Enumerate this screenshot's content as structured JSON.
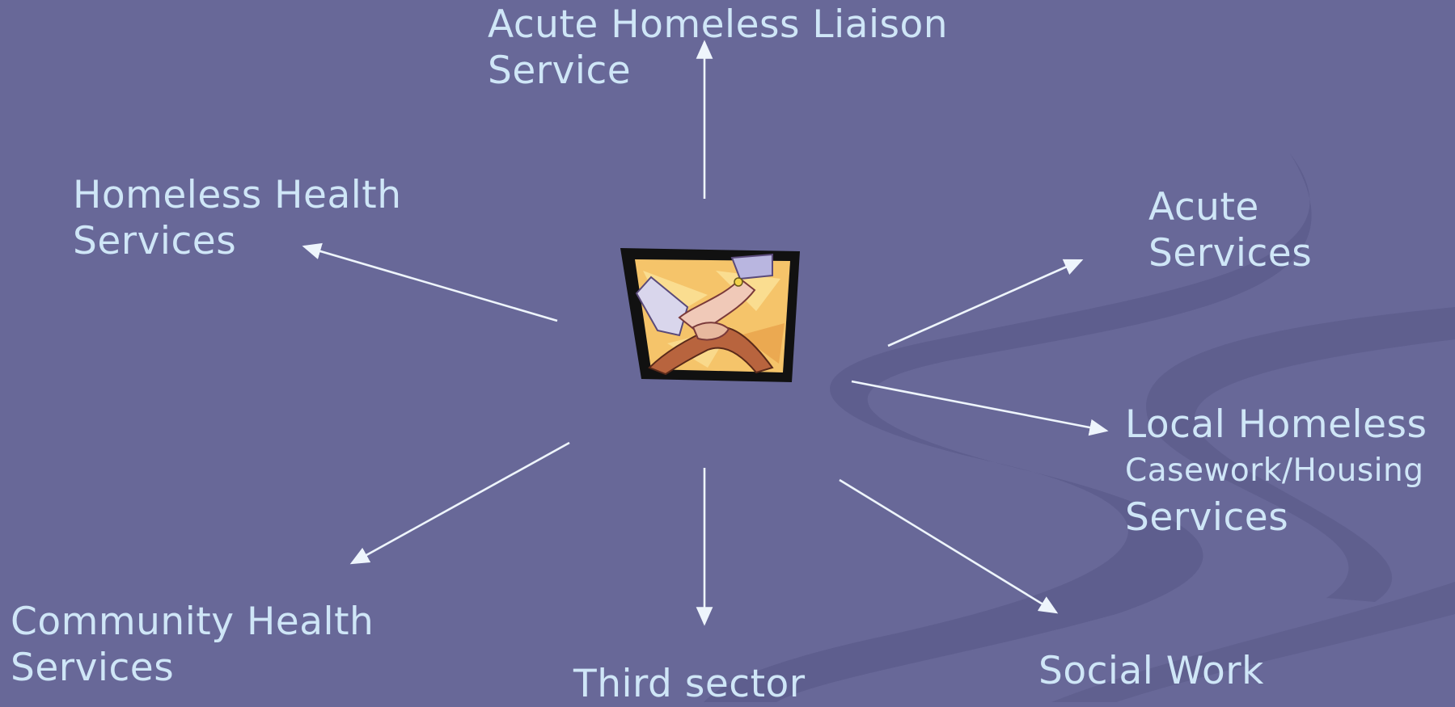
{
  "colors": {
    "background": "#686898",
    "swoosh": "#5a5a88",
    "text": "#cfe6f7",
    "arrow": "#eef5fc"
  },
  "center": {
    "icon": "handshake-clipart-icon"
  },
  "nodes": {
    "acute_homeless_liaison": {
      "line1": "Acute Homeless Liaison",
      "line2": "Service"
    },
    "homeless_health": {
      "line1": "Homeless Health",
      "line2": "Services"
    },
    "acute": {
      "line1": "Acute",
      "line2": "Services"
    },
    "local_homeless": {
      "line1": "Local Homeless",
      "line2": "Casework/Housing",
      "line3": "Services"
    },
    "community_health": {
      "line1": "Community Health",
      "line2": "Services"
    },
    "third_sector": {
      "line1": "Third sector"
    },
    "social_work": {
      "line1": "Social Work"
    }
  }
}
